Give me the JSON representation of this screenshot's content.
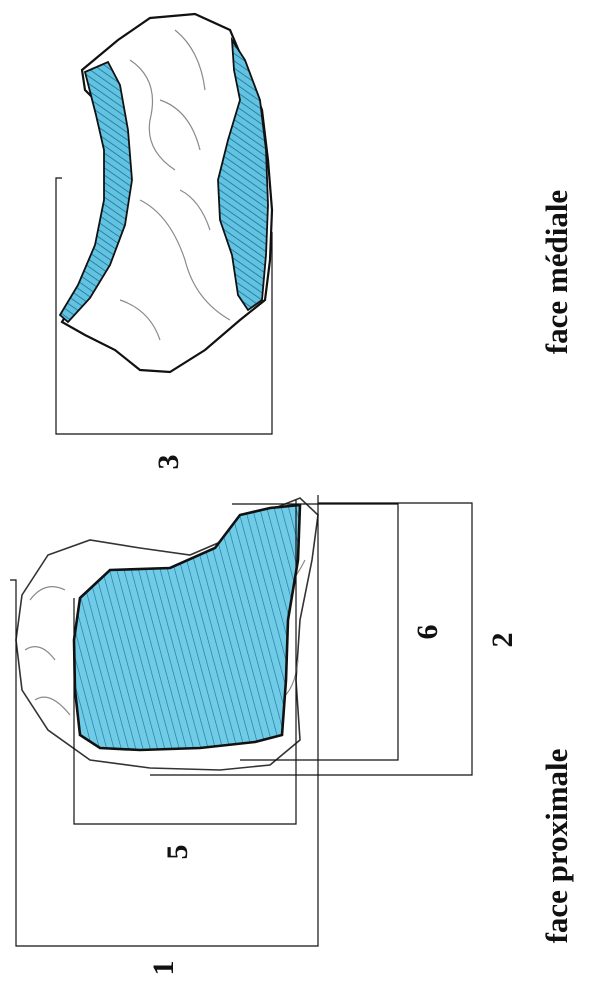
{
  "figure": {
    "top_view": {
      "caption": "face médiale",
      "measure_label": "3"
    },
    "bottom_view": {
      "caption": "face proximale",
      "measure_labels": {
        "m1": "1",
        "m5": "5",
        "m6": "6",
        "m2": "2"
      }
    }
  },
  "colors": {
    "articular_fill": "#62c3e0",
    "hatch": "#1f6f9a",
    "outline": "#111111",
    "bone_fill": "#ffffff",
    "bone_detail": "#8a8a8a"
  }
}
